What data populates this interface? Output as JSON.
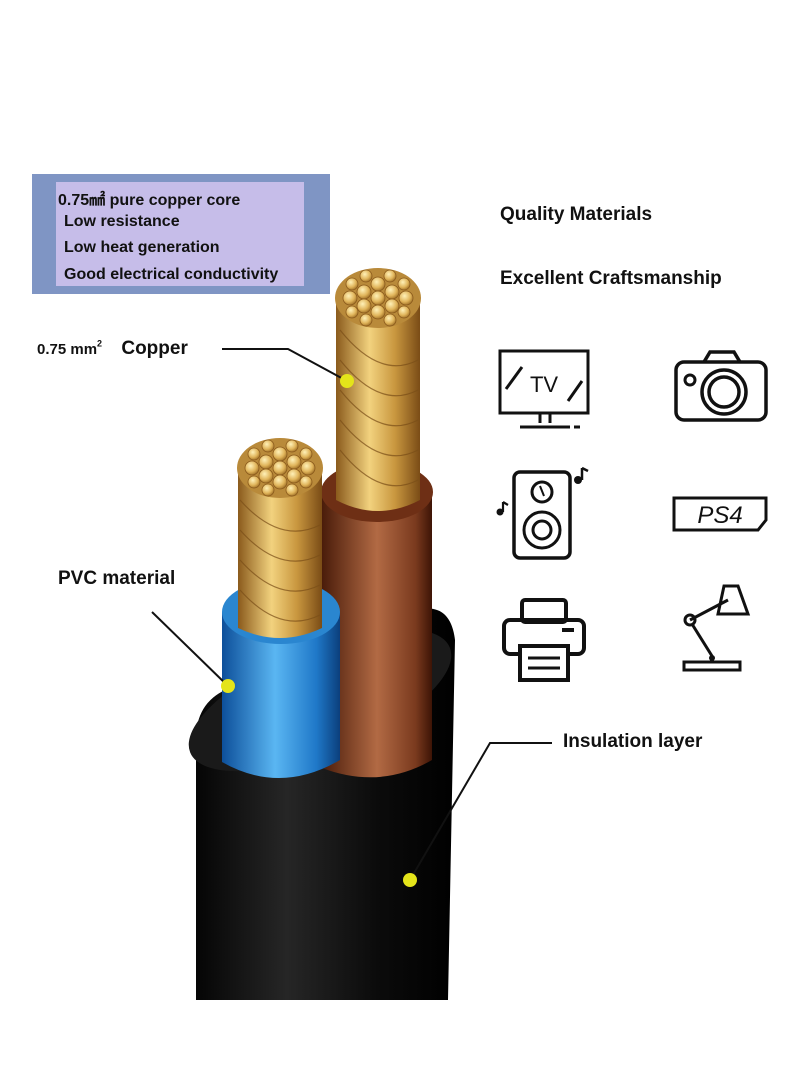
{
  "spec_box": {
    "lines": [
      "0.75㎟  pure copper core",
      "Low resistance",
      "Low heat generation",
      "Good electrical conductivity"
    ]
  },
  "features": {
    "line1": "Quality Materials",
    "line2": "Excellent  Craftsmanship"
  },
  "callouts": {
    "size_value": "0.75 mm",
    "size_sup": "2",
    "copper": "Copper",
    "pvc": "PVC   material",
    "insulation": "Insulation  layer"
  },
  "icons": {
    "tv_text": "TV",
    "ps4_text": "PS4",
    "names": [
      "tv-icon",
      "camera-icon",
      "speaker-icon",
      "ps4-icon",
      "printer-icon",
      "desk-lamp-icon"
    ]
  },
  "colors": {
    "spec_box_outer": "#7f95c4",
    "spec_box_inner": "#c6bde9",
    "copper": "#c9a24a",
    "pvc_blue": "#2f8fd8",
    "pvc_brown": "#7a3a1e",
    "jacket": "#0d0d0d",
    "marker_dot": "#e4e41a"
  }
}
